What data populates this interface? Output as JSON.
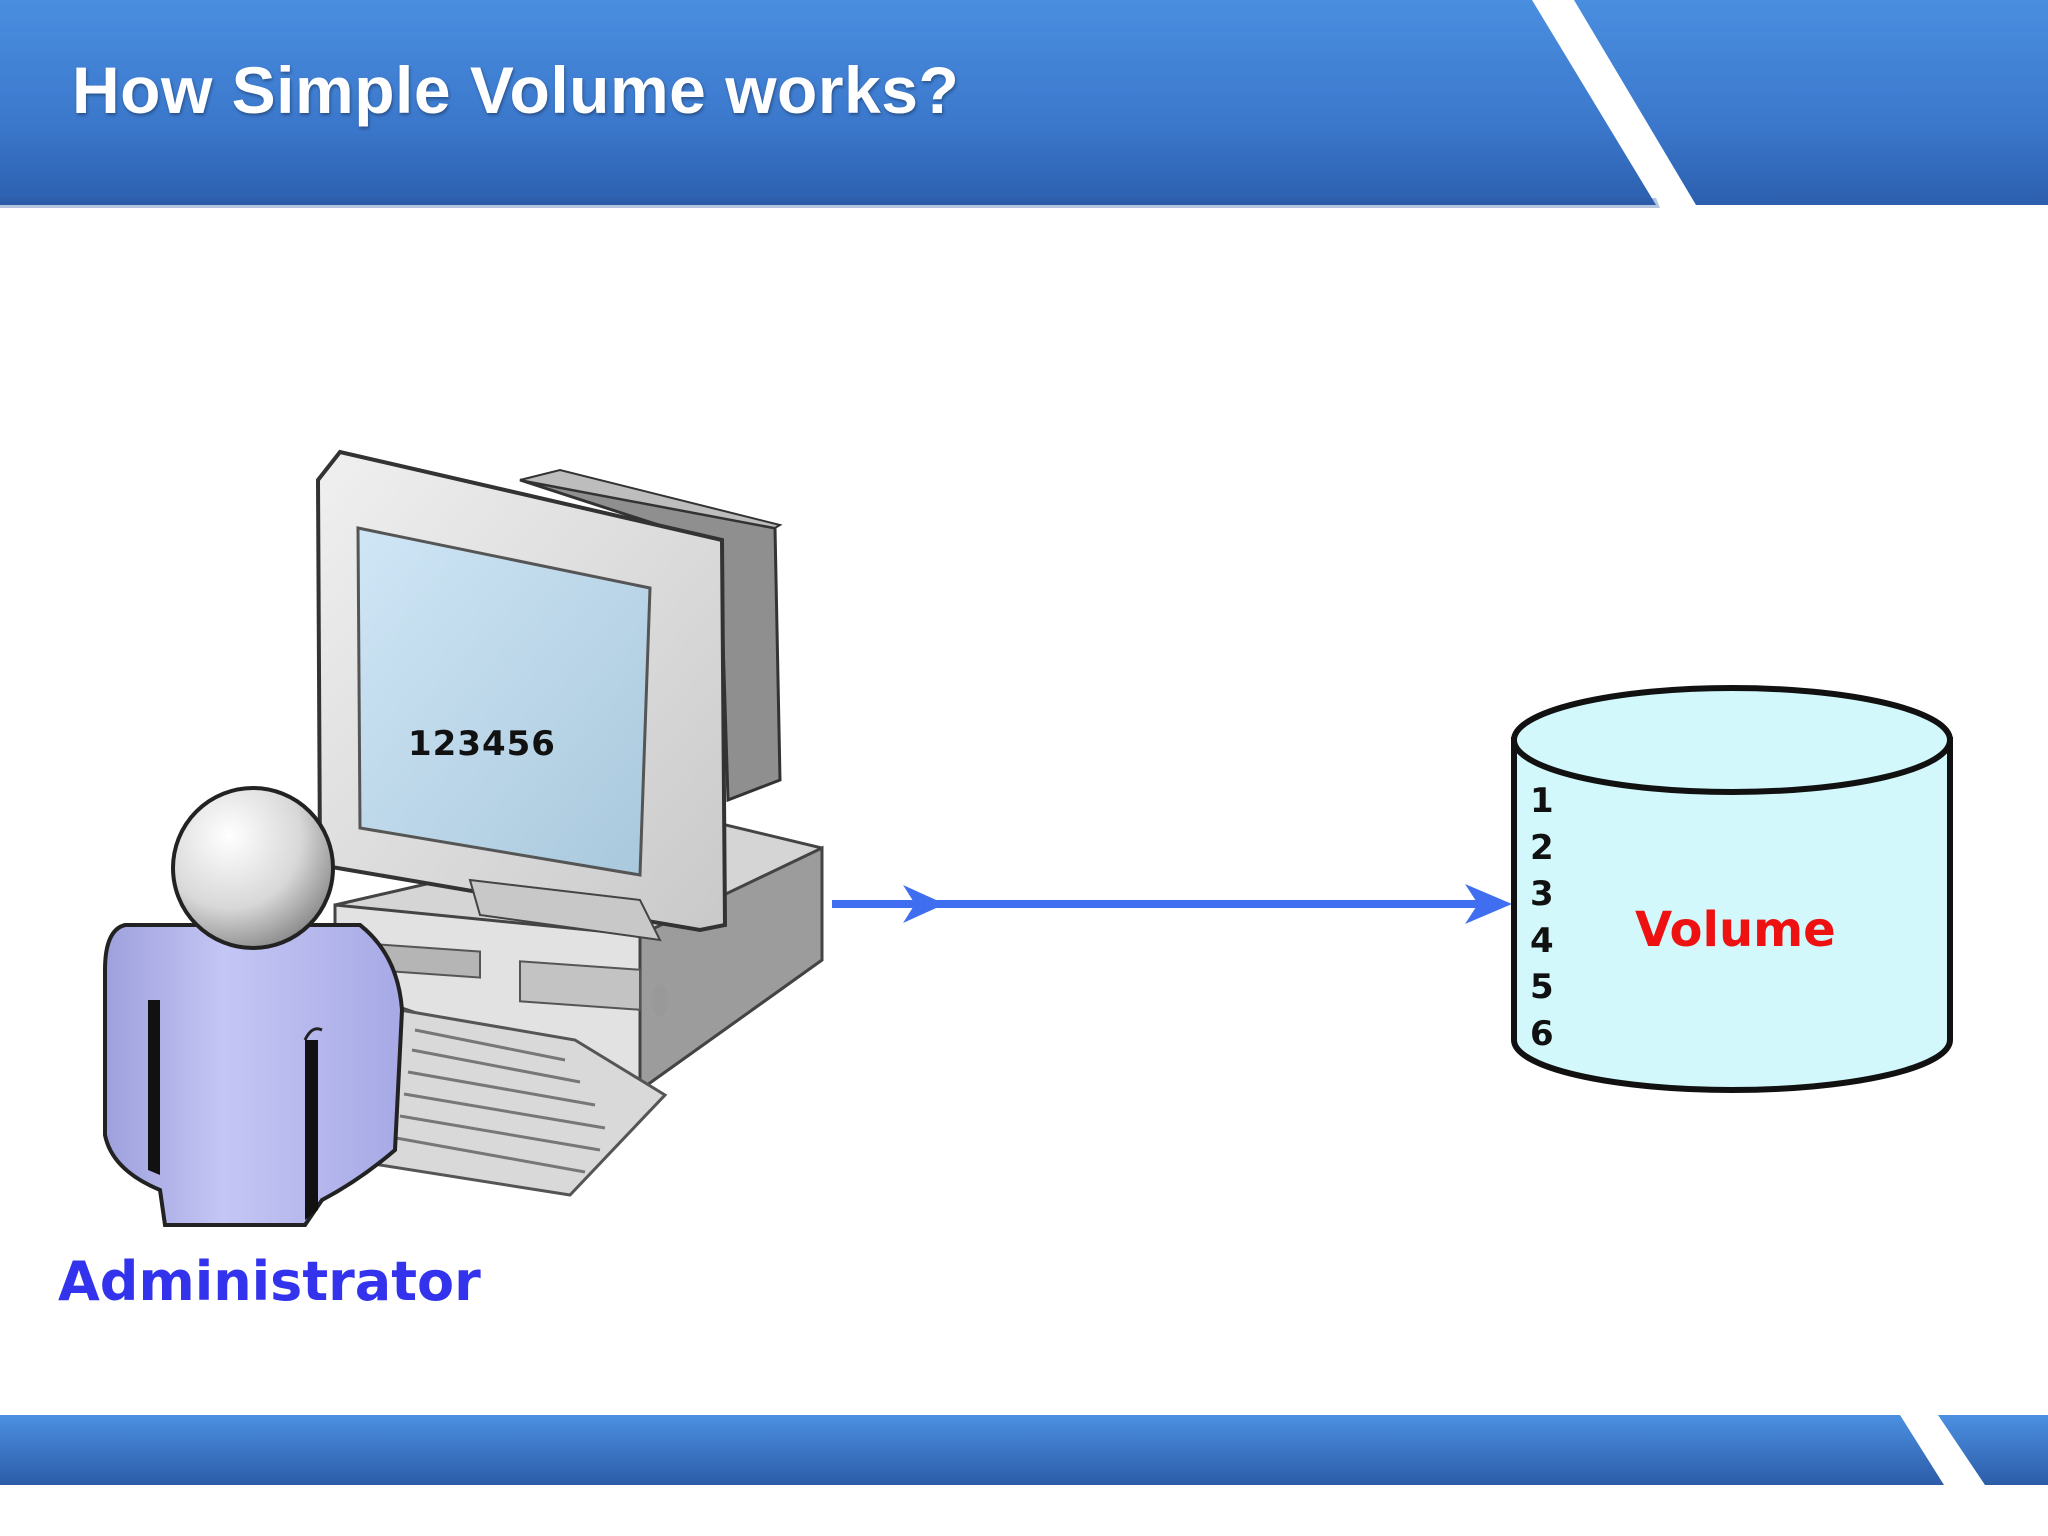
{
  "slide": {
    "title": "How Simple Volume works?"
  },
  "computer": {
    "screen_text": "123456"
  },
  "administrator": {
    "label": "Administrator"
  },
  "volume": {
    "label": "Volume",
    "blocks": [
      "1",
      "2",
      "3",
      "4",
      "5",
      "6"
    ]
  },
  "colors": {
    "header_blue": "#3f80d6",
    "arrow_blue": "#3f6ff0",
    "admin_label": "#3333ee",
    "volume_label": "#ee1111",
    "cylinder_fill": "#d2f8fb",
    "person_body": "#bbbdf0"
  },
  "icons": {
    "person": "person-icon",
    "computer": "desktop-computer-icon",
    "storage": "cylinder-volume-icon",
    "arrow": "right-arrow-icon"
  }
}
